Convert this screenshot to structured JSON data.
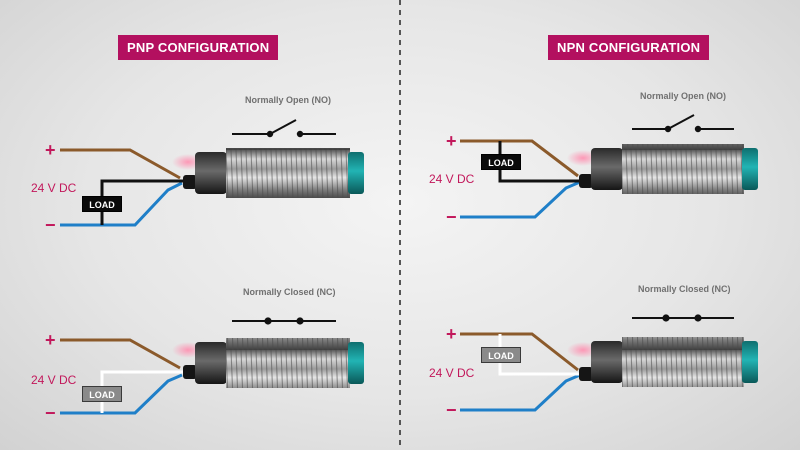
{
  "panels": {
    "pnp": {
      "title": "PNP CONFIGURATION",
      "no": {
        "state": "Normally Open (NO)",
        "plus": "+",
        "minus": "−",
        "voltage": "24 V DC",
        "load": "LOAD"
      },
      "nc": {
        "state": "Normally Closed (NC)",
        "plus": "+",
        "minus": "−",
        "voltage": "24 V DC",
        "load": "LOAD"
      }
    },
    "npn": {
      "title": "NPN CONFIGURATION",
      "no": {
        "state": "Normally Open (NO)",
        "plus": "+",
        "minus": "−",
        "voltage": "24 V DC",
        "load": "LOAD"
      },
      "nc": {
        "state": "Normally Closed (NC)",
        "plus": "+",
        "minus": "−",
        "voltage": "24 V DC",
        "load": "LOAD"
      }
    }
  },
  "colors": {
    "title_bg": "#b3105f",
    "polarity": "#c2185b",
    "wire_brown": "#8b5a2b",
    "wire_blue": "#1f7fc8",
    "wire_black": "#111111",
    "wire_white": "#ffffff",
    "sensor_face": "#1aa6a6",
    "indicator": "#ff9ab0"
  }
}
